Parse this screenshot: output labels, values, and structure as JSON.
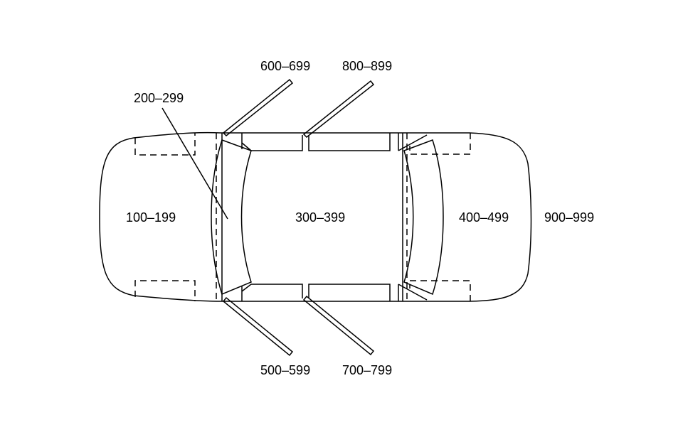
{
  "zones": {
    "front": "100–199",
    "windshield": "200–299",
    "roof": "300–399",
    "rear_glass": "400–499",
    "left_front_door": "500–599",
    "right_front_door": "600–699",
    "left_rear_door": "700–799",
    "right_rear_door": "800–899",
    "rear": "900–999"
  }
}
